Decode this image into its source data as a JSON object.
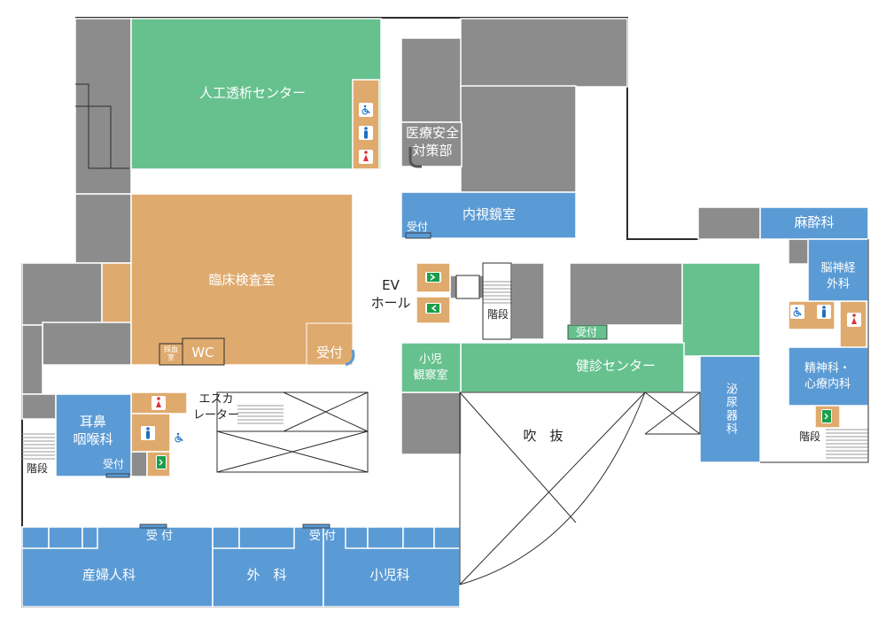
{
  "colors": {
    "dialysis": "#66c18e",
    "lab": "#dfaa6e",
    "outpatient": "#5b9bd5",
    "service": "#8c8c8c",
    "wall": "#2d2d2d",
    "male": "#1f6fc0",
    "female": "#d9333f",
    "exit": "#1a9e4a"
  },
  "rooms": {
    "dialysis_center": "人工透析センター",
    "medical_safety": "医療安全\n対策部",
    "endoscopy": "内視鏡室",
    "endoscopy_reception": "受付",
    "anesthesiology": "麻酔科",
    "neurosurgery": "脳神経\n外科",
    "clinical_lab": "臨床検査室",
    "blood_collection": "採血\n室",
    "wc": "WC",
    "lab_reception": "受付",
    "ev_hall": "EV\nホール",
    "stairs_center": "階段",
    "pediatric_observation": "小児\n観察室",
    "health_checkup": "健診センター",
    "checkup_reception": "受付",
    "urology": "泌尿器科",
    "psychiatry": "精神科・\n心療内科",
    "stairs_right": "階段",
    "escalator": "エスカ\nレーター",
    "atrium": "吹　抜",
    "ent": "耳鼻\n咽喉科",
    "ent_reception": "受付",
    "stairs_left": "階段",
    "reception_left": "受 付",
    "reception_right": "受 付",
    "obstetrics": "産婦人科",
    "surgery": "外　科",
    "pediatrics": "小児科"
  }
}
